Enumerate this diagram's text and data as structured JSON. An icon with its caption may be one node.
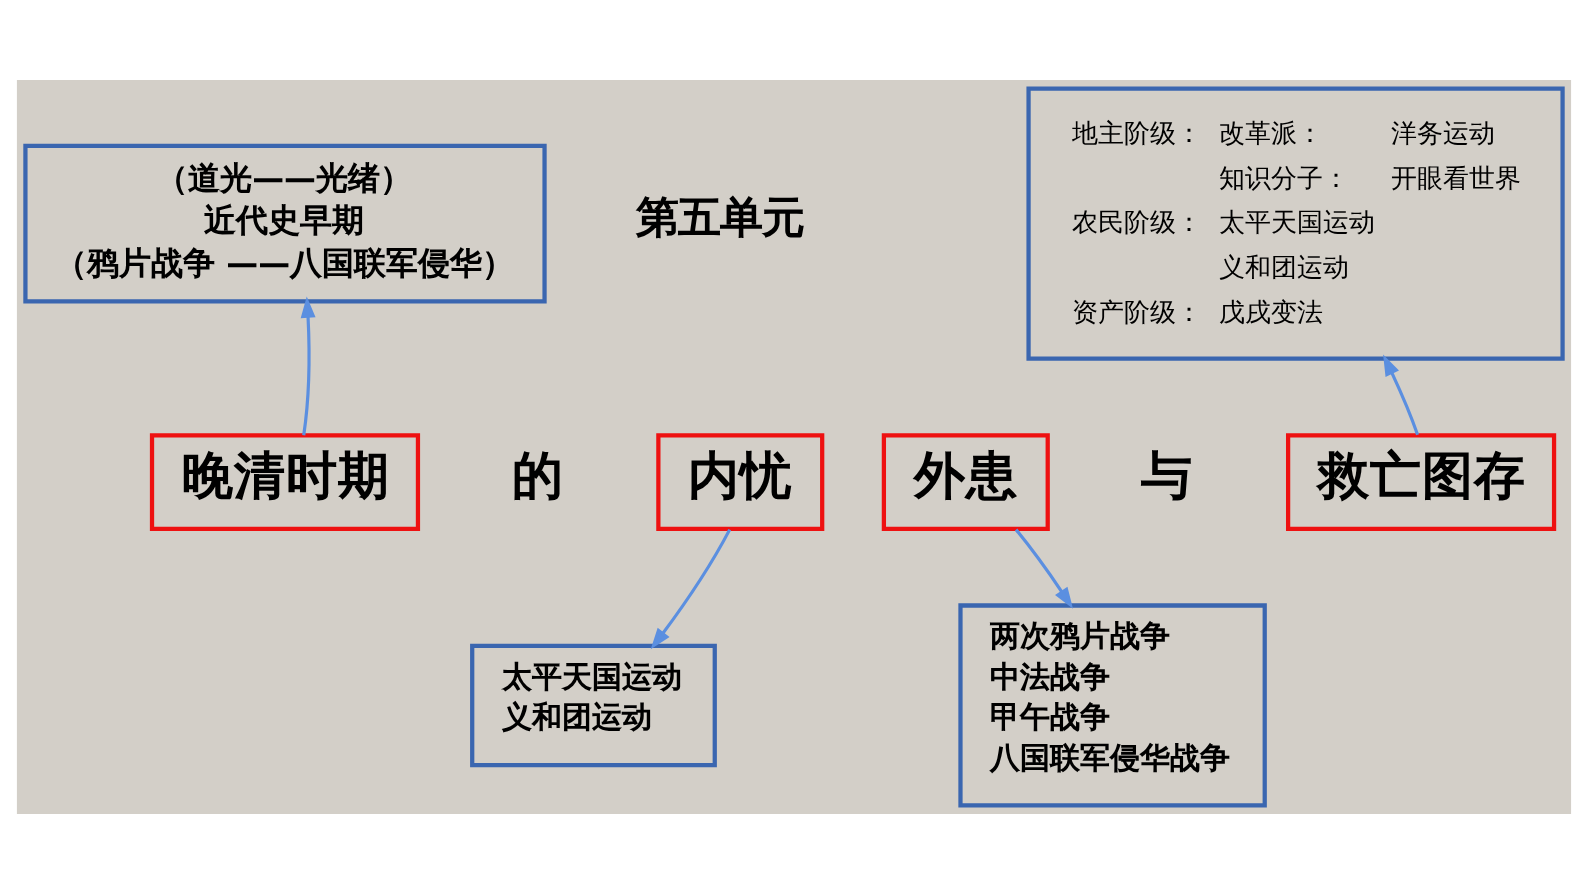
{
  "diagram": {
    "nodes": [
      {
        "text": [
          "（道光——光绪）",
          "近代史早期",
          "（鸦片战争 ——八国联军侵华）"
        ]
      },
      {
        "text": [
          "地主阶级：",
          "改革派：",
          "洋务运动",
          "知识分子：",
          "开眼看世界",
          "农民阶级：",
          "太平天国运动",
          "义和团运动",
          "资产阶级：",
          "戊戌变法"
        ]
      },
      {
        "text": [
          "晚清时期"
        ]
      },
      {
        "text": [
          "内忧"
        ]
      },
      {
        "text": [
          "外患"
        ]
      },
      {
        "text": [
          "救亡图存"
        ]
      },
      {
        "text": [
          "太平天国运动",
          "义和团运动"
        ]
      },
      {
        "text": [
          "两次鸦片战争",
          "中法战争",
          "甲午战争",
          "八国联军侵华战争"
        ]
      }
    ],
    "edges": [
      {
        "from": 2,
        "to": 0,
        "arrow": "to"
      },
      {
        "from": 5,
        "to": 1,
        "arrow": "to"
      },
      {
        "from": 3,
        "to": 6,
        "arrow": "to"
      },
      {
        "from": 4,
        "to": 7,
        "arrow": "to"
      }
    ],
    "labels": [
      "第五单元",
      "的",
      "与"
    ]
  }
}
